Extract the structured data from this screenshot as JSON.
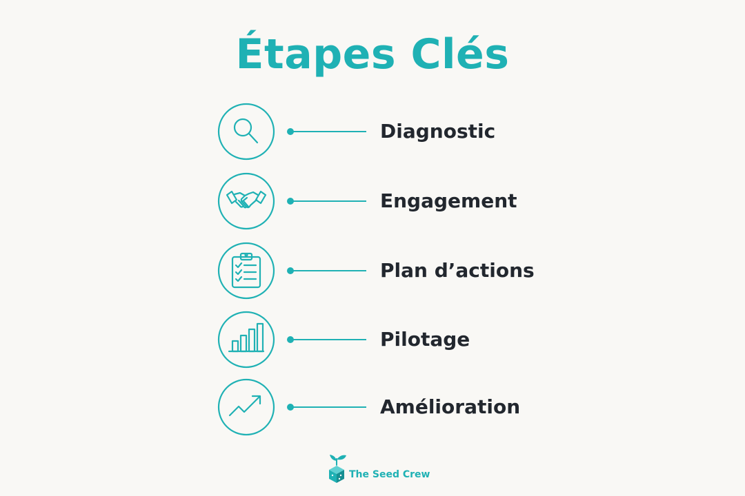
{
  "title": "Étapes Clés",
  "accent_color": "#1fb1b4",
  "text_color": "#22272e",
  "steps": [
    {
      "label": "Diagnostic",
      "icon": "magnifying-glass-icon"
    },
    {
      "label": "Engagement",
      "icon": "handshake-icon"
    },
    {
      "label": "Plan d’actions",
      "icon": "clipboard-checklist-icon"
    },
    {
      "label": "Pilotage",
      "icon": "bar-chart-icon"
    },
    {
      "label": "Amélioration",
      "icon": "trend-up-arrow-icon"
    }
  ],
  "brand": {
    "name": "The Seed Crew",
    "icon": "seedling-cube-logo-icon"
  }
}
